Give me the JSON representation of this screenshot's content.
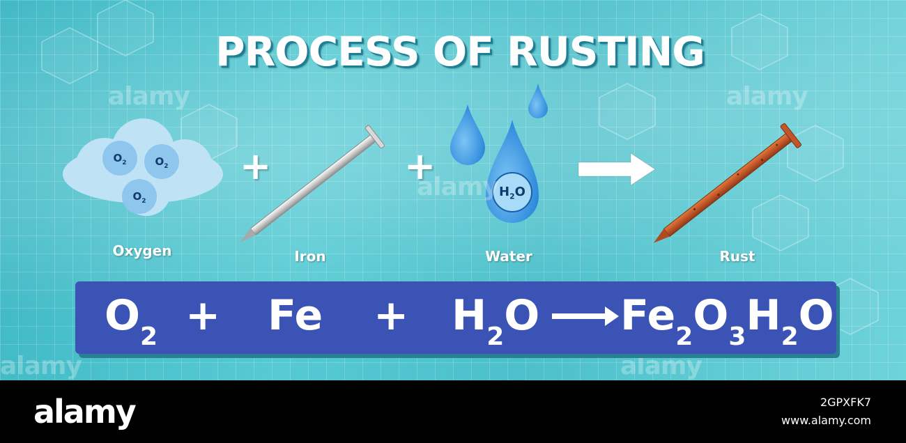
{
  "title": "PROCESS OF RUSTING",
  "reactants": [
    {
      "label": "Oxygen",
      "molecules": [
        "O",
        "O",
        "O"
      ],
      "molecule_sub": "2"
    },
    {
      "label": "Iron"
    },
    {
      "label": "Water",
      "molecule": "H",
      "molecule_sub": "2",
      "molecule_tail": "O"
    }
  ],
  "product": {
    "label": "Rust"
  },
  "plus_sign": "+",
  "equation": {
    "o2": "O",
    "o2_sub": "2",
    "plus1": "+",
    "fe": "Fe",
    "plus2": "+",
    "h2o_h": "H",
    "h2o_sub": "2",
    "h2o_o": "O",
    "prod_fe": "Fe",
    "prod_fe_sub": "2",
    "prod_o": "O",
    "prod_o_sub": "3",
    "prod_h": "H",
    "prod_h_sub": "2",
    "prod_o2": "O"
  },
  "watermark": "alamy",
  "footer": {
    "brand": "alamy",
    "image_id": "2GPXFK7",
    "url": "www.alamy.com"
  },
  "colors": {
    "equation_bar": "#3a53b5",
    "background": "#4cc0cb",
    "rust": "#c2562a",
    "water": "#2f8fe0"
  }
}
